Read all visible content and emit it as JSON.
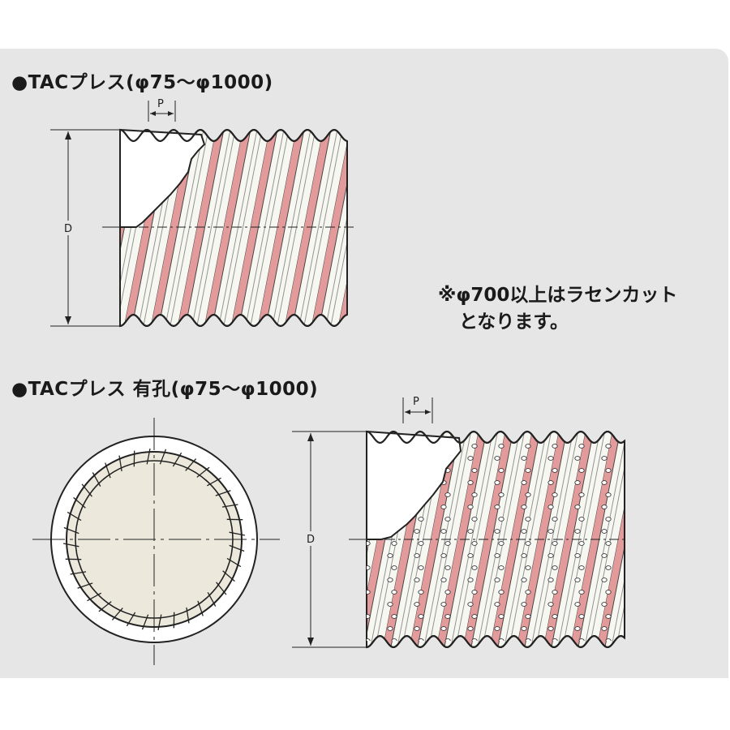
{
  "sections": {
    "top_heading": "●TACプレス(φ75〜φ1000)",
    "bottom_heading": "●TACプレス 有孔(φ75〜φ1000)"
  },
  "note": {
    "line1": "※φ700以上はラセンカット",
    "line2": "となります。"
  },
  "dimensions": {
    "pitch_label": "P",
    "diameter_label": "D"
  },
  "colors": {
    "panel_bg": "#e6e6e6",
    "stripe_red": "#e29a9a",
    "stripe_white": "#f7f7f2",
    "pipe_cross_section": "#ece9dc"
  }
}
